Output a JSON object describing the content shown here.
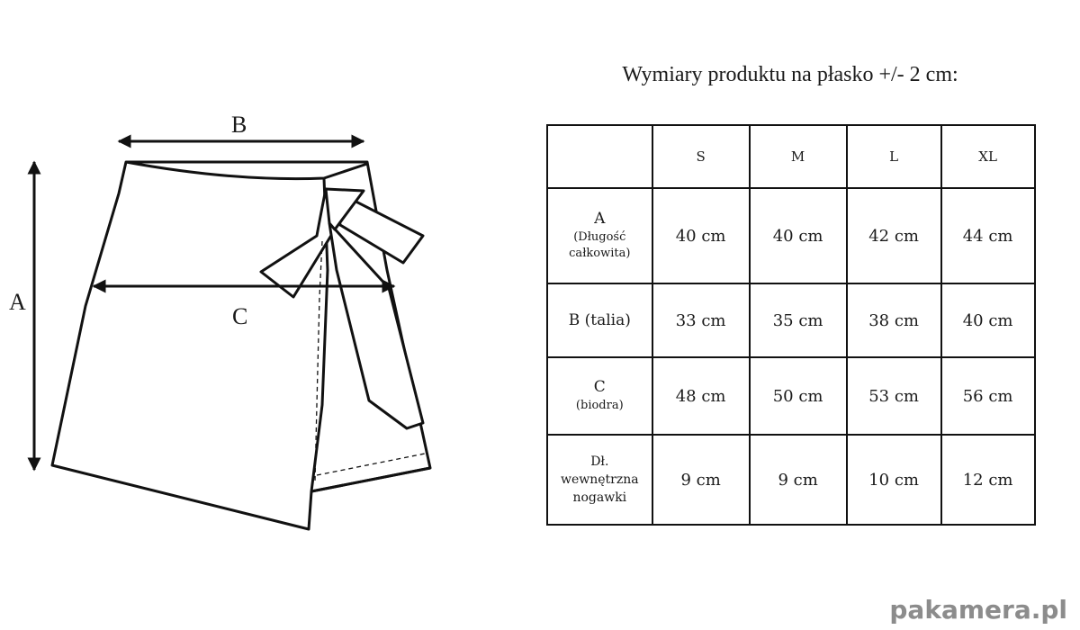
{
  "title": "Wymiary produktu na płasko +/- 2 cm:",
  "diagram": {
    "labels": {
      "a": "A",
      "b": "B",
      "c": "C"
    }
  },
  "table": {
    "headers": [
      "",
      "S",
      "M",
      "L",
      "XL"
    ],
    "rows": [
      {
        "label": "A",
        "sublabel": "(Długość całkowita)",
        "values": [
          "40 cm",
          "40 cm",
          "42 cm",
          "44 cm"
        ]
      },
      {
        "label": "B (talia)",
        "sublabel": "",
        "values": [
          "33 cm",
          "35 cm",
          "38 cm",
          "40 cm"
        ]
      },
      {
        "label": "C",
        "sublabel": "(biodra)",
        "values": [
          "48 cm",
          "50 cm",
          "53 cm",
          "56 cm"
        ]
      },
      {
        "label": "Dł. wewnętrzna nogawki",
        "sublabel": "",
        "values": [
          "9 cm",
          "9 cm",
          "10 cm",
          "12 cm"
        ]
      }
    ]
  },
  "watermark": "pakamera.pl"
}
